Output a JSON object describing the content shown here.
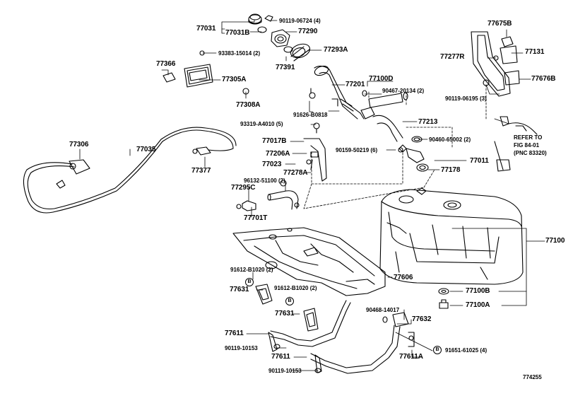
{
  "labels": {
    "p77031": "77031",
    "p77031B": "77031B",
    "p90119_06724": "90119-06724 (4)",
    "p77290": "77290",
    "p77293A": "77293A",
    "p93383": "93383-15014 (2)",
    "p77366": "77366",
    "p77305A": "77305A",
    "p77391": "77391",
    "p77308A": "77308A",
    "p77201": "77201",
    "p77100D": "77100D",
    "p90467": "90467-20134 (2)",
    "p91626": "91626-B0818",
    "p77213": "77213",
    "p93319": "93319-A4010 (5)",
    "p77017B": "77017B",
    "p90460": "90460-65002 (2)",
    "p90159": "90159-50219 (6)",
    "p77206A": "77206A",
    "p77011": "77011",
    "p77023": "77023",
    "p77178": "77178",
    "p77278A": "77278A",
    "p96132": "96132-51100 (2)",
    "p77295C": "77295C",
    "p77701T": "77701T",
    "p77306": "77306",
    "p77035": "77035",
    "p77377": "77377",
    "p77675B": "77675B",
    "p77277R": "77277R",
    "p77131": "77131",
    "p77676B": "77676B",
    "p90119_06195": "90119-06195 (3)",
    "refer1": "REFER TO",
    "refer2": "FIG 84-01",
    "refer3": "(PNC 83320)",
    "p77100": "77100",
    "p77100B": "77100B",
    "p77100A": "77100A",
    "p77606": "77606",
    "p91612_a": "91612-B1020 (2)",
    "p91612_b": "91612-B1020 (2)",
    "p77631_a": "77631",
    "p77631_b": "77631",
    "p90468": "90468-14017",
    "p77632": "77632",
    "p77611_a": "77611",
    "p77611_b": "77611",
    "p77611A": "77611A",
    "p90119_10153_a": "90119-10153",
    "p90119_10153_b": "90119-10153",
    "p91651": "91651-61025 (4)",
    "badge": "B",
    "figno": "774255"
  }
}
